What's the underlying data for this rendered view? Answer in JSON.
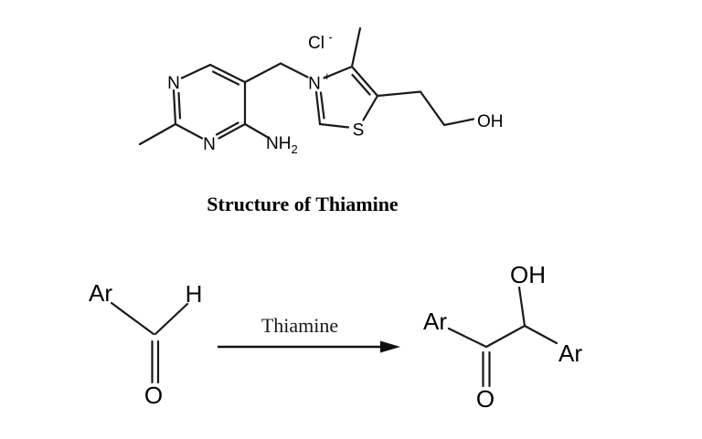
{
  "colors": {
    "background": "#ffffff",
    "bond": "#1a1a1a",
    "text": "#000000"
  },
  "thiamine": {
    "caption": "Structure of Thiamine",
    "labels": {
      "counterion_base": "Cl",
      "counterion_charge": "-",
      "pyrimidine_n1": "N",
      "pyrimidine_n3": "N",
      "amine_base": "NH",
      "amine_sub": "2",
      "thiazolium_n": "N",
      "thiazolium_charge": "+",
      "sulfur": "S",
      "hydroxyl": "OH"
    }
  },
  "reaction": {
    "catalyst_label": "Thiamine",
    "aldehyde": {
      "aryl": "Ar",
      "hydrogen": "H",
      "oxygen": "O"
    },
    "product": {
      "aryl_left": "Ar",
      "hydroxyl": "OH",
      "aryl_right": "Ar",
      "oxygen": "O"
    }
  }
}
